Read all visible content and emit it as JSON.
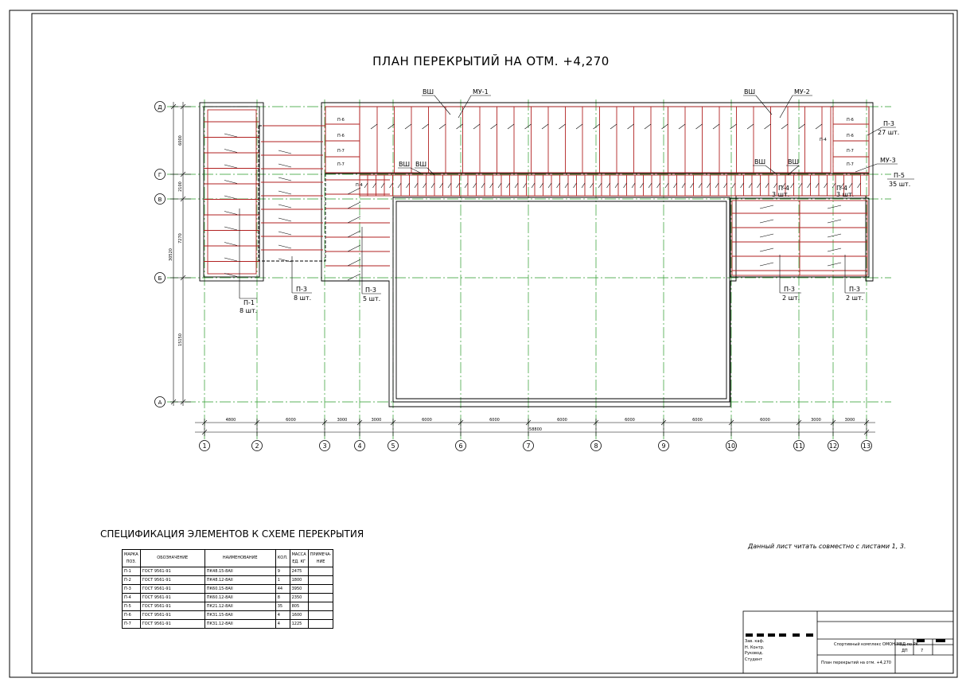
{
  "title": "ПЛАН ПЕРЕКРЫТИЙ НА ОТМ. +4,270",
  "axes": {
    "columns": [
      "1",
      "2",
      "3",
      "4",
      "5",
      "6",
      "7",
      "8",
      "9",
      "10",
      "11",
      "12",
      "13"
    ],
    "rows": [
      "Д",
      "Г",
      "В",
      "Б",
      "А"
    ],
    "spans": [
      "4800",
      "6000",
      "3000",
      "3000",
      "6000",
      "6000",
      "6000",
      "6000",
      "6000",
      "6000",
      "3000",
      "3000"
    ],
    "total": "58800",
    "row_dims": [
      "6000",
      "2100",
      "7270",
      "15150"
    ],
    "row_total": "30520"
  },
  "callouts": {
    "vsh": "ВШ",
    "mu1": "МУ-1",
    "mu2": "МУ-2",
    "mu3": "МУ-3",
    "p1": "П-1",
    "p1_qty": "8 шт.",
    "p3a": "П-3",
    "p3a_qty": "8 шт.",
    "p3b": "П-3",
    "p3b_qty": "5 шт.",
    "p3c": "П-3",
    "p3c_qty": "27 шт.",
    "p5": "П-5",
    "p5_qty": "35 шт.",
    "p4a": "П-4",
    "p4a_qty": "3 шт.",
    "p4b": "П-4",
    "p4b_qty": "3 шт.",
    "p3d": "П-3",
    "p3d_qty": "2 шт.",
    "p3e": "П-3",
    "p3e_qty": "2 шт.",
    "slab_p6": "П-6",
    "slab_p7": "П-7",
    "slab_p4": "П-4"
  },
  "spec": {
    "title": "СПЕЦИФИКАЦИЯ ЭЛЕМЕНТОВ К СХЕМЕ ПЕРЕКРЫТИЯ",
    "headers": [
      "МАРКА ПОЗ.",
      "ОБОЗНАЧЕНИЕ",
      "НАИМЕНОВАНИЕ",
      "КОЛ.",
      "МАССА ЕД. КГ",
      "ПРИМЕЧА-НИЕ"
    ],
    "rows": [
      [
        "П-1",
        "ГОСТ 9561-91",
        "ПК48.15-8АII",
        "9",
        "2475",
        ""
      ],
      [
        "П-2",
        "ГОСТ 9561-91",
        "ПК48.12-8АII",
        "1",
        "1800",
        ""
      ],
      [
        "П-3",
        "ГОСТ 9561-91",
        "ПК60.15-8АII",
        "44",
        "3950",
        ""
      ],
      [
        "П-4",
        "ГОСТ 9561-91",
        "ПК60.12-8АII",
        "8",
        "2350",
        ""
      ],
      [
        "П-5",
        "ГОСТ 9561-91",
        "ПК21.12-8АII",
        "35",
        "805",
        ""
      ],
      [
        "П-6",
        "ГОСТ 9561-91",
        "ПК31.15-8АII",
        "4",
        "1600",
        ""
      ],
      [
        "П-7",
        "ГОСТ 9561-91",
        "ПК31.12-8АII",
        "4",
        "1225",
        ""
      ]
    ]
  },
  "note": "Данный лист читать совместно с листами 1, 3.",
  "stamp": {
    "project": "Спортивный комплекс ОМОН МВД по РК",
    "sheet_title": "План перекрытий на отм. +4,270",
    "stage": "ДП",
    "sheet_no": "7",
    "roles": [
      "Зав. каф.",
      "Н. Контр.",
      "Руковод.",
      "Студент"
    ]
  },
  "colors": {
    "axis": "#2a9a2a",
    "slab": "#b22222",
    "line": "#000000"
  }
}
